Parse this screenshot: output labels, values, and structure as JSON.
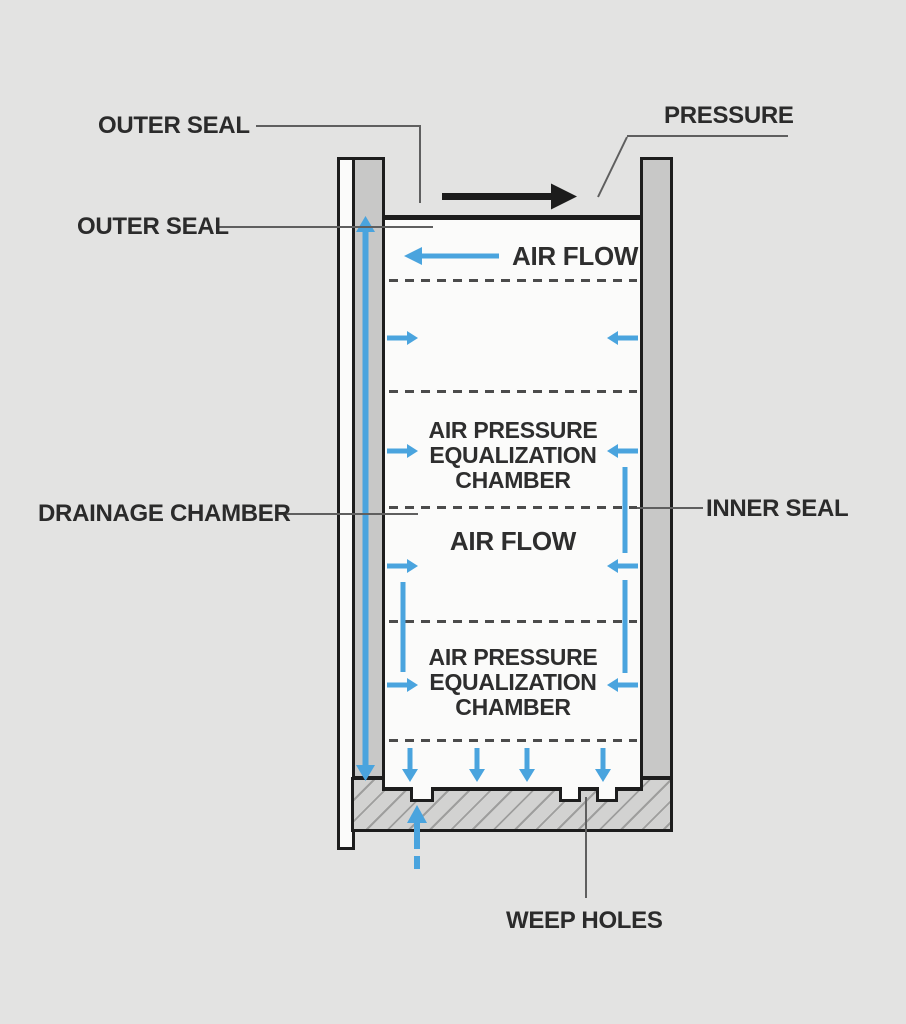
{
  "diagram": {
    "labels": {
      "outer_seal_top": "OUTER SEAL",
      "outer_seal_mid": "OUTER SEAL",
      "pressure": "PRESSURE",
      "drainage_chamber": "DRAINAGE CHAMBER",
      "inner_seal": "INNER SEAL",
      "weep_holes": "WEEP HOLES"
    },
    "chamber": {
      "air_flow_upper": "AIR FLOW",
      "air_flow_mid": "AIR FLOW",
      "apec_upper": [
        "AIR PRESSURE",
        "EQUALIZATION",
        "CHAMBER"
      ],
      "apec_lower": [
        "AIR PRESSURE",
        "EQUALIZATION",
        "CHAMBER"
      ]
    },
    "colors": {
      "blue": "#4aa4de",
      "outline": "#1d1d1d",
      "label": "#2b2b2b",
      "bg": "#e3e3e2",
      "wall_fill": "#c8c8c7",
      "chamber_fill": "#fbfbfa"
    }
  }
}
